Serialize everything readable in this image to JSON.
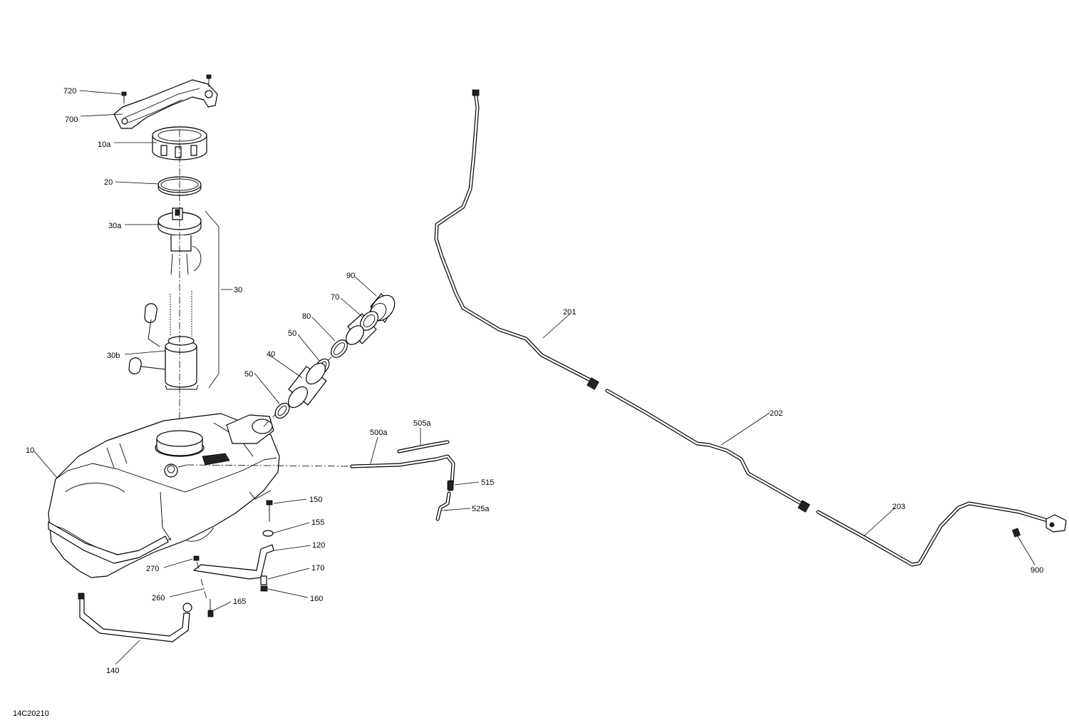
{
  "drawing_number": "14C20210",
  "callouts": {
    "c720": "720",
    "c700": "700",
    "c10a": "10a",
    "c20": "20",
    "c30a": "30a",
    "c30": "30",
    "c30b": "30b",
    "c90": "90",
    "c70": "70",
    "c80": "80",
    "c50_upper": "50",
    "c40": "40",
    "c50_lower": "50",
    "c10": "10",
    "c500a": "500a",
    "c505a": "505a",
    "c515": "515",
    "c525a": "525a",
    "c150": "150",
    "c155": "155",
    "c120": "120",
    "c270": "270",
    "c170": "170",
    "c260": "260",
    "c160": "160",
    "c165": "165",
    "c140": "140",
    "c201": "201",
    "c202": "202",
    "c203": "203",
    "c900": "900"
  }
}
